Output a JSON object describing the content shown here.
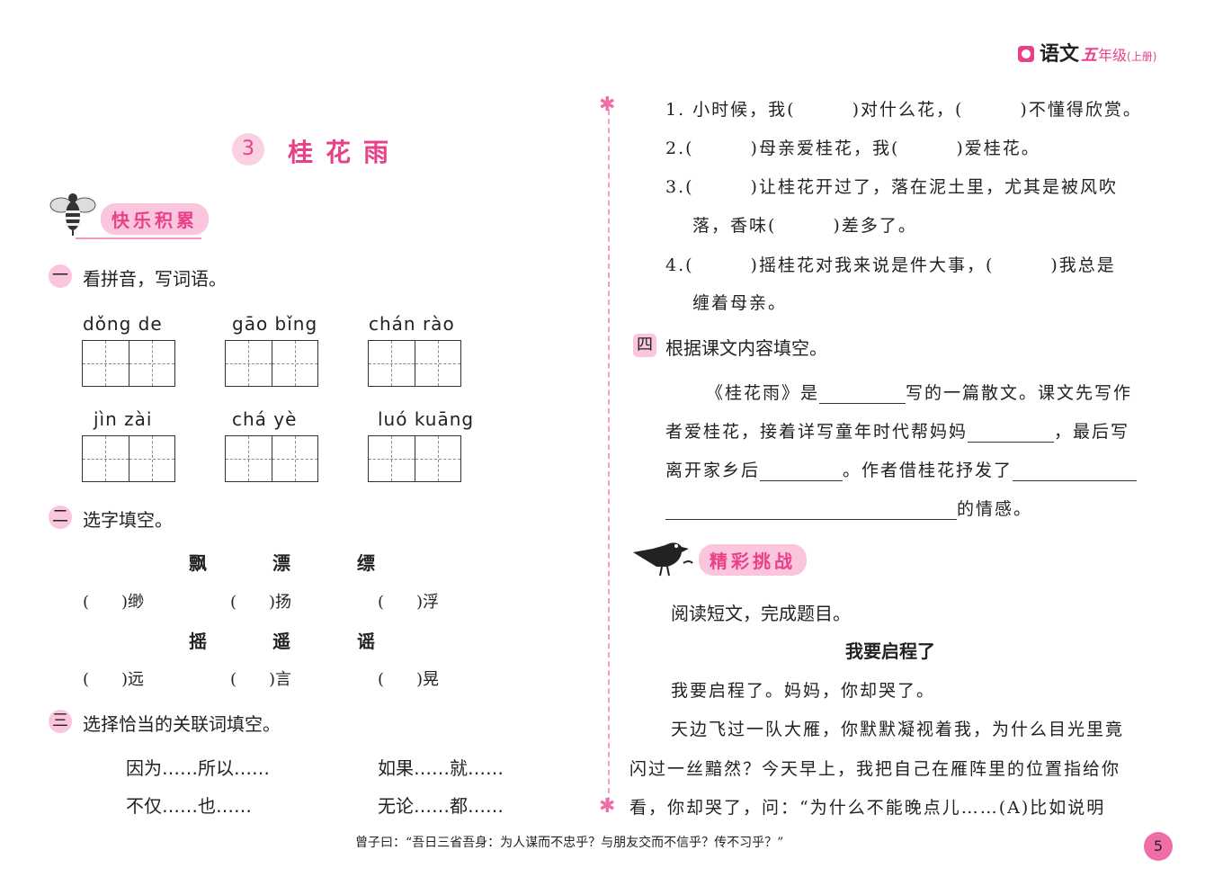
{
  "header": {
    "subject": "语文",
    "grade": "五",
    "level": "年级",
    "volume": "(上册)"
  },
  "lesson": {
    "number": "3",
    "title": "桂花雨"
  },
  "left": {
    "badge1": "快乐积累",
    "section1": {
      "num": "一",
      "text": "看拼音，写词语。",
      "row1": [
        "dǒng de",
        "gāo bǐng",
        "chán rào"
      ],
      "row2": [
        "jìn  zài",
        "chá  yè",
        "luó kuāng"
      ]
    },
    "section2": {
      "num": "二",
      "text": "选字填空。",
      "group1": {
        "chars": [
          "飘",
          "漂",
          "缥"
        ],
        "blanks": [
          "(　　)缈",
          "(　　)扬",
          "(　　)浮"
        ]
      },
      "group2": {
        "chars": [
          "摇",
          "遥",
          "谣"
        ],
        "blanks": [
          "(　　)远",
          "(　　)言",
          "(　　)晃"
        ]
      }
    },
    "section3": {
      "num": "三",
      "text": "选择恰当的关联词填空。",
      "conj": [
        "因为……所以……",
        "如果……就……",
        "不仅……也……",
        "无论……都……"
      ]
    }
  },
  "right": {
    "q1": "1. 小时候，我(　　　)对什么花，(　　　)不懂得欣赏。",
    "q2": "2.(　　　)母亲爱桂花，我(　　　)爱桂花。",
    "q3a": "3.(　　　)让桂花开过了，落在泥土里，尤其是被风吹",
    "q3b": "落，香味(　　　)差多了。",
    "q4a": "4.(　　　)摇桂花对我来说是件大事，(　　　)我总是",
    "q4b": "缠着母亲。",
    "section4": {
      "num": "四",
      "text": "根据课文内容填空。",
      "l1a": "《桂花雨》是",
      "l1b": "写的一篇散文。课文先写作",
      "l2a": "者爱桂花，接着详写童年时代帮妈妈",
      "l2b": "，最后写",
      "l3a": "离开家乡后",
      "l3b": "。作者借桂花抒发了",
      "l4b": "的情感。"
    },
    "badge2": "精彩挑战",
    "instruction": "阅读短文，完成题目。",
    "passage_title": "我要启程了",
    "p1": "我要启程了。妈妈，你却哭了。",
    "p2": "天边飞过一队大雁，你默默凝视着我，为什么目光里竟",
    "p3": "闪过一丝黯然？今天早上，我把自己在雁阵里的位置指给你",
    "p4": "看，你却哭了，问：“为什么不能晚点儿……(A)比如说明"
  },
  "footer": {
    "quote": "曾子曰：“吾日三省吾身：为人谋而不忠乎？与朋友交而不信乎？传不习乎？”",
    "page": "5"
  },
  "colors": {
    "accent": "#e9408a",
    "badge_bg": "#fbc6dd"
  }
}
